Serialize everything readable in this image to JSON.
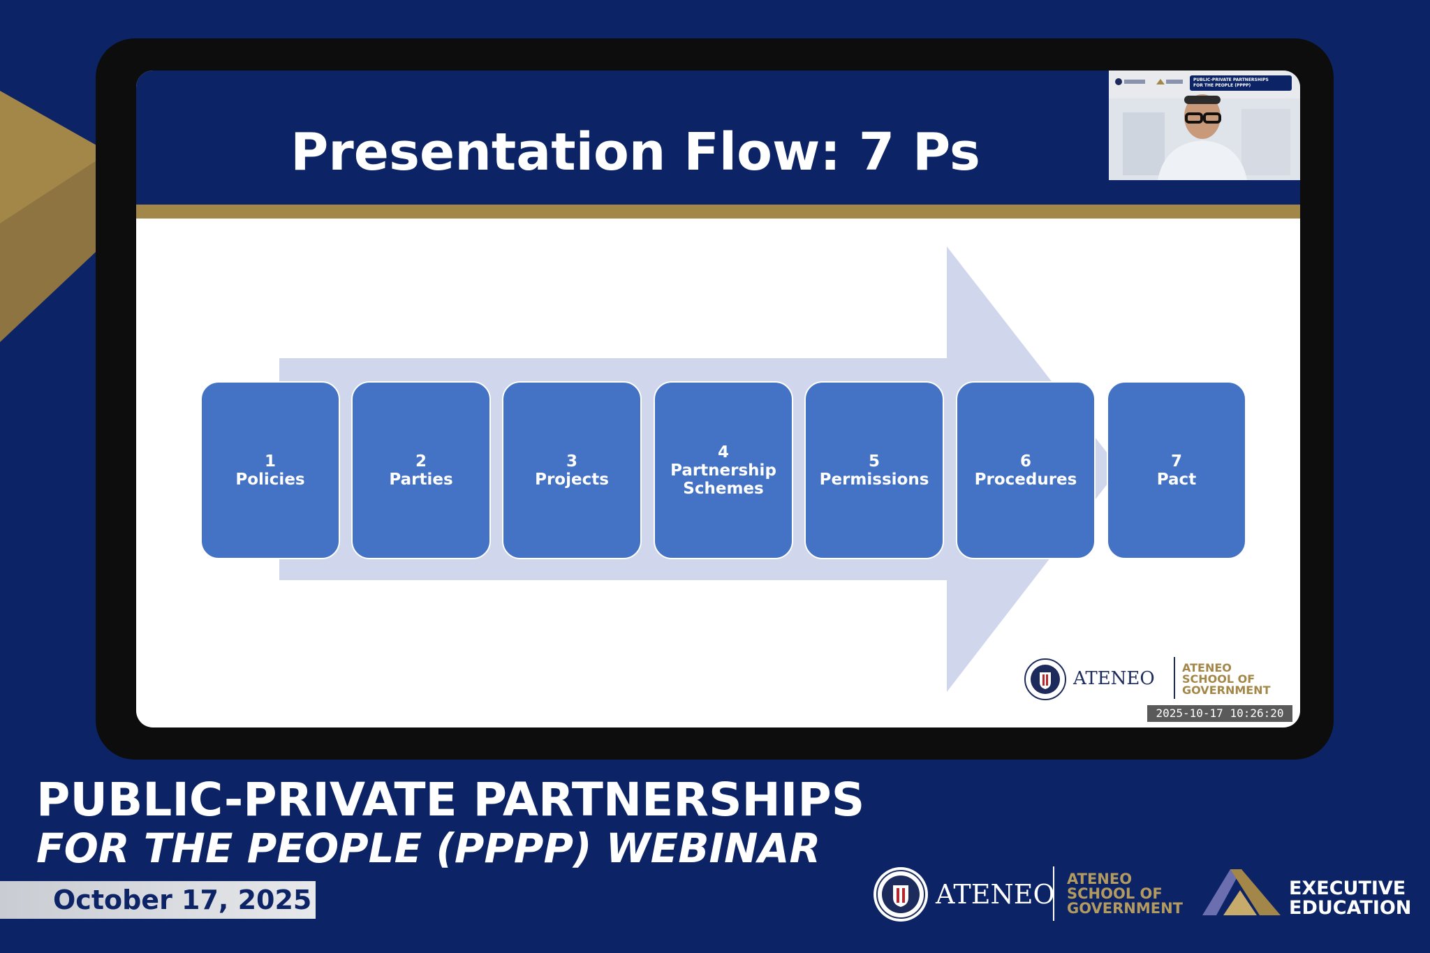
{
  "slide": {
    "title": "Presentation Flow: 7 Ps",
    "steps": [
      {
        "number": "1",
        "lines": [
          "Policies"
        ]
      },
      {
        "number": "2",
        "lines": [
          "Parties"
        ]
      },
      {
        "number": "3",
        "lines": [
          "Projects"
        ]
      },
      {
        "number": "4",
        "lines": [
          "Partnership",
          "Schemes"
        ]
      },
      {
        "number": "5",
        "lines": [
          "Permissions"
        ]
      },
      {
        "number": "6",
        "lines": [
          "Procedures"
        ]
      },
      {
        "number": "7",
        "lines": [
          "Pact"
        ]
      }
    ],
    "logo": {
      "ateneo": "ATENEO",
      "school_line1": "ATENEO",
      "school_line2": "SCHOOL OF",
      "school_line3": "GOVERNMENT"
    },
    "timestamp": "2025-10-17  10:26:20",
    "video_thumbnail": {
      "banner_line1": "PUBLIC-PRIVATE PARTNERSHIPS",
      "banner_line2": "FOR THE PEOPLE (PPPP)"
    }
  },
  "webinar": {
    "title": "PUBLIC-PRIVATE PARTNERSHIPS",
    "subtitle": "FOR THE PEOPLE (PPPP) WEBINAR",
    "date": "October 17, 2025"
  },
  "footer": {
    "ateneo": "ATENEO",
    "school_line1": "ATENEO",
    "school_line2": "SCHOOL OF",
    "school_line3": "GOVERNMENT",
    "exec_line1": "EXECUTIVE",
    "exec_line2": "EDUCATION"
  },
  "colors": {
    "background_navy": "#0c2366",
    "accent_gold": "#a38749",
    "box_blue": "#4472c4",
    "arrow_lavender": "#d0d6ec"
  }
}
